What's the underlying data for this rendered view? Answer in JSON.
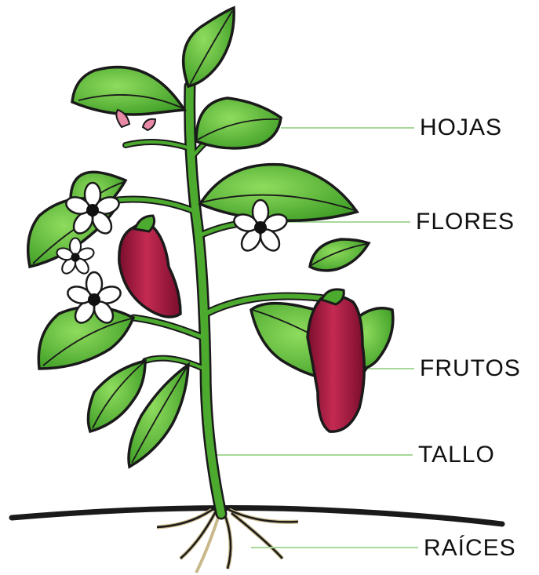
{
  "diagram": {
    "labels": {
      "leaves": "HOJAS",
      "flowers": "FLORES",
      "fruits": "FRUTOS",
      "stem": "TALLO",
      "roots": "RAÍCES"
    },
    "colors": {
      "leaf": "#5fbf3a",
      "leaf_dark": "#2e7d1f",
      "stem": "#4caa2e",
      "fruit": "#a8173f",
      "fruit_highlight": "#d84a6c",
      "flower": "#ffffff",
      "bud": "#e88aa6",
      "root": "#c9b98a",
      "ground": "#1a1a1a",
      "leader_line": "#a8d89a"
    }
  }
}
